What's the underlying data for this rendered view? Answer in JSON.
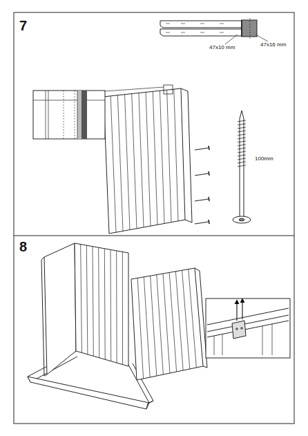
{
  "diagram": {
    "labels": [
      "7",
      "8",
      "47x10 mm",
      "47x16 mm",
      "100mm"
    ]
  }
}
